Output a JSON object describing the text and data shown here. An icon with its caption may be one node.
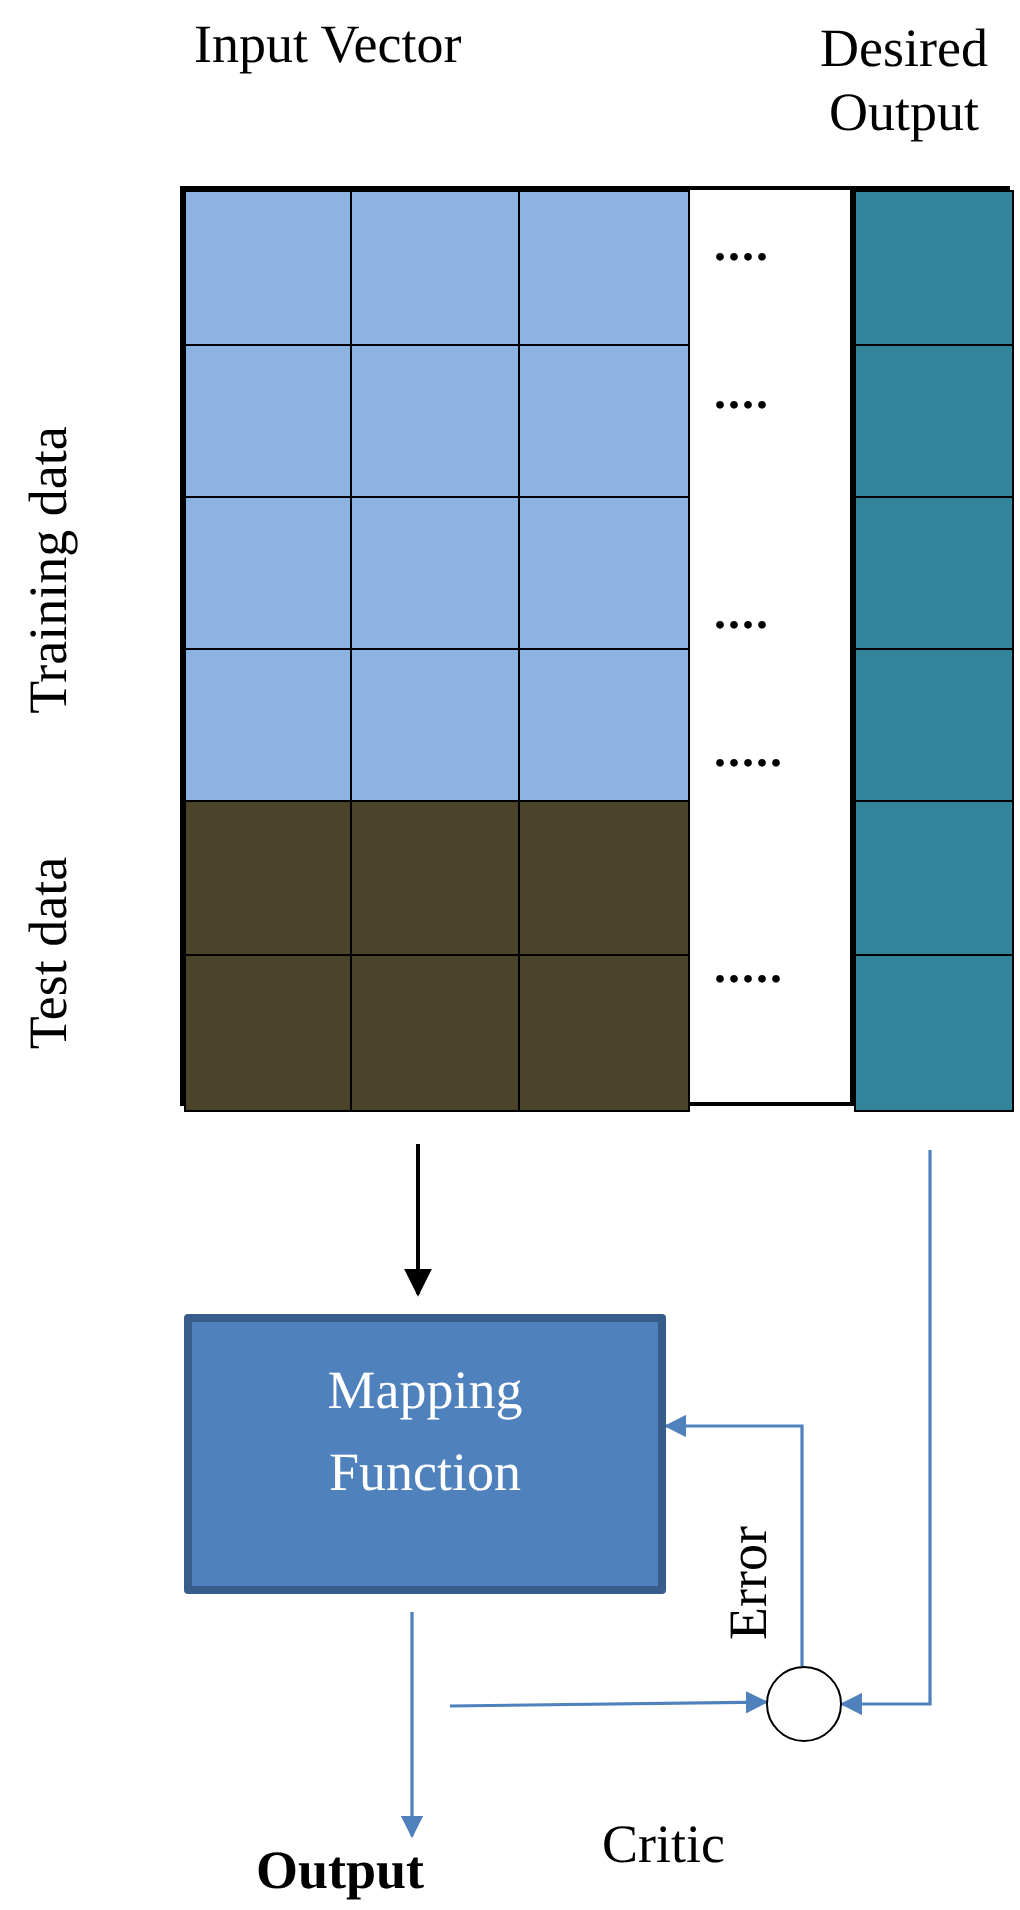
{
  "diagram": {
    "nodes": [
      {
        "text": [],
        "shape": "box"
      },
      {
        "text": [],
        "shape": "bar"
      },
      {
        "text": [
          "Mapping Function"
        ]
      },
      {
        "text": [],
        "shape": "circle",
        "beside": [
          "Critic"
        ]
      },
      {
        "text": [
          "Output"
        ]
      }
    ],
    "edges": [
      {
        "from": 0,
        "to": 2,
        "arrow": "to",
        "color": "#000000"
      },
      {
        "from": 1,
        "to": 3,
        "arrow": "to"
      },
      {
        "from": 3,
        "to": 2,
        "arrow": "to",
        "label": "Error"
      },
      {
        "from": 2,
        "to": 4,
        "arrow": "to"
      },
      {
        "from": null,
        "to": 3,
        "arrow": "to"
      }
    ],
    "labels": [
      "Input Vector",
      "Desired Output",
      "Training data",
      "Test data",
      "....",
      "....",
      "....",
      ".....",
      "....."
    ]
  }
}
